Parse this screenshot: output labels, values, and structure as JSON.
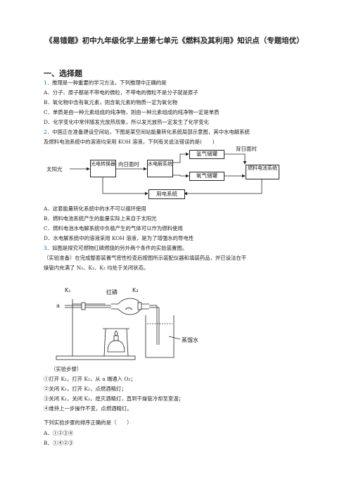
{
  "doc": {
    "title": "《易错题》初中九年级化学上册第七单元《燃料及其利用》知识点（专题培优）",
    "section": "一、选择题",
    "q1": {
      "num": "1．",
      "stem": "推理是一种重要的学习方法，下列推理中正确的是",
      "options": [
        "A．分子、原子都是不带电的微粒，不带电的微粒不是分子就是原子",
        "B．氧化物中含有氧元素，则含氧元素的物质一定为氧化物",
        "C．单质是由一种元素组成的纯净物，则由一种元素组成的纯净物一定是单质",
        "D．化学变化中常伴随发光放热现象，所以发光放热一定发生了化学变化"
      ]
    },
    "q2": {
      "num": "2．",
      "stem_l1": "中国正在准备建设空间站，下图是某空间站能量转化系统局部示意图，其中水电解系统",
      "stem_l2": "及燃料电池系统中的溶液均采用 KOH 溶液，下列有关说法错误的是(　　)",
      "diagram": {
        "sunlight": "太阳光",
        "pv": "光电转换器",
        "day": "向日面时",
        "electrolysis": "水电解系统",
        "h2": "氢气储罐",
        "o2": "氧气储罐",
        "night": "背日面时",
        "fuelcell": "燃料电池系统",
        "load": "用电系统"
      },
      "options": [
        "A．这套能量转化系统中的水不可以循环使用",
        "B．燃料电池系统产生的能量实际上来自于太阳光",
        "C．燃料电池水电解系统中负极产生的气体可以作为燃料使用",
        "D．水电解系统中的溶液采用 KOH 溶液，是为了增强水的导电性"
      ]
    },
    "q3": {
      "num": "3．",
      "stem": "如图是探究可燃物红磷燃烧的另外两个条件的实验装置图。",
      "prep_l1": "（实验准备）在完成整套装置气密性检查后按图所示装配仪器和填装药品，并已设法在干",
      "prep_l2": "燥管内充满了 N₂、K₁、K₂ 均处于关闭状态。",
      "figure": {
        "k1": "K₁",
        "k2": "K₂",
        "a": "a",
        "phosphorus": "红磷",
        "water": "蒸馏水"
      },
      "steps_title": "（实验步骤）",
      "steps": [
        "①打开 K₁，打开 K₂，从 a 端通入 O₂；",
        "②关闭 K₁，打开 K₂，点燃酒精灯；",
        "③关闭 K₁，关闭 K₂，熄灭酒精灯，直到干燥管冷却至室温；",
        "④维持上一步操作不变，点燃酒精灯。"
      ],
      "ask": "下列实验步骤的排序正确的是（　　）",
      "options": [
        "A．①②③④",
        "B．①④②③"
      ]
    }
  },
  "colors": {
    "accent": "#1a55b0"
  }
}
